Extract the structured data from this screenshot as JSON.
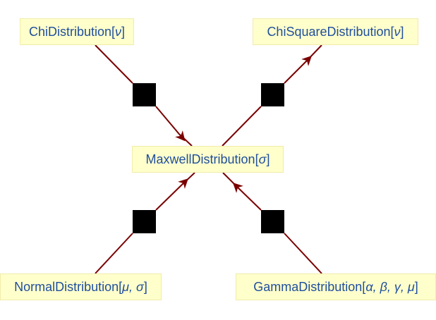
{
  "diagram": {
    "title": "MaxwellDistribution relationships",
    "colors": {
      "edge": "#7a0000",
      "node_fill": "#ffffcc",
      "node_text": "#1f4e9c",
      "square": "#000000"
    },
    "nodes": {
      "chi": {
        "name": "ChiDistribution",
        "args": "ν"
      },
      "chisquare": {
        "name": "ChiSquareDistribution",
        "args": "ν"
      },
      "maxwell": {
        "name": "MaxwellDistribution",
        "args": "σ"
      },
      "normal": {
        "name": "NormalDistribution",
        "args": "μ, σ"
      },
      "gamma": {
        "name": "GammaDistribution",
        "args": "α, β, γ, μ"
      }
    },
    "edges": [
      {
        "from": "chi",
        "to": "maxwell",
        "via": "transformation"
      },
      {
        "from": "maxwell",
        "to": "chisquare",
        "via": "transformation"
      },
      {
        "from": "normal",
        "to": "maxwell",
        "via": "transformation"
      },
      {
        "from": "gamma",
        "to": "maxwell",
        "via": "transformation"
      }
    ]
  }
}
